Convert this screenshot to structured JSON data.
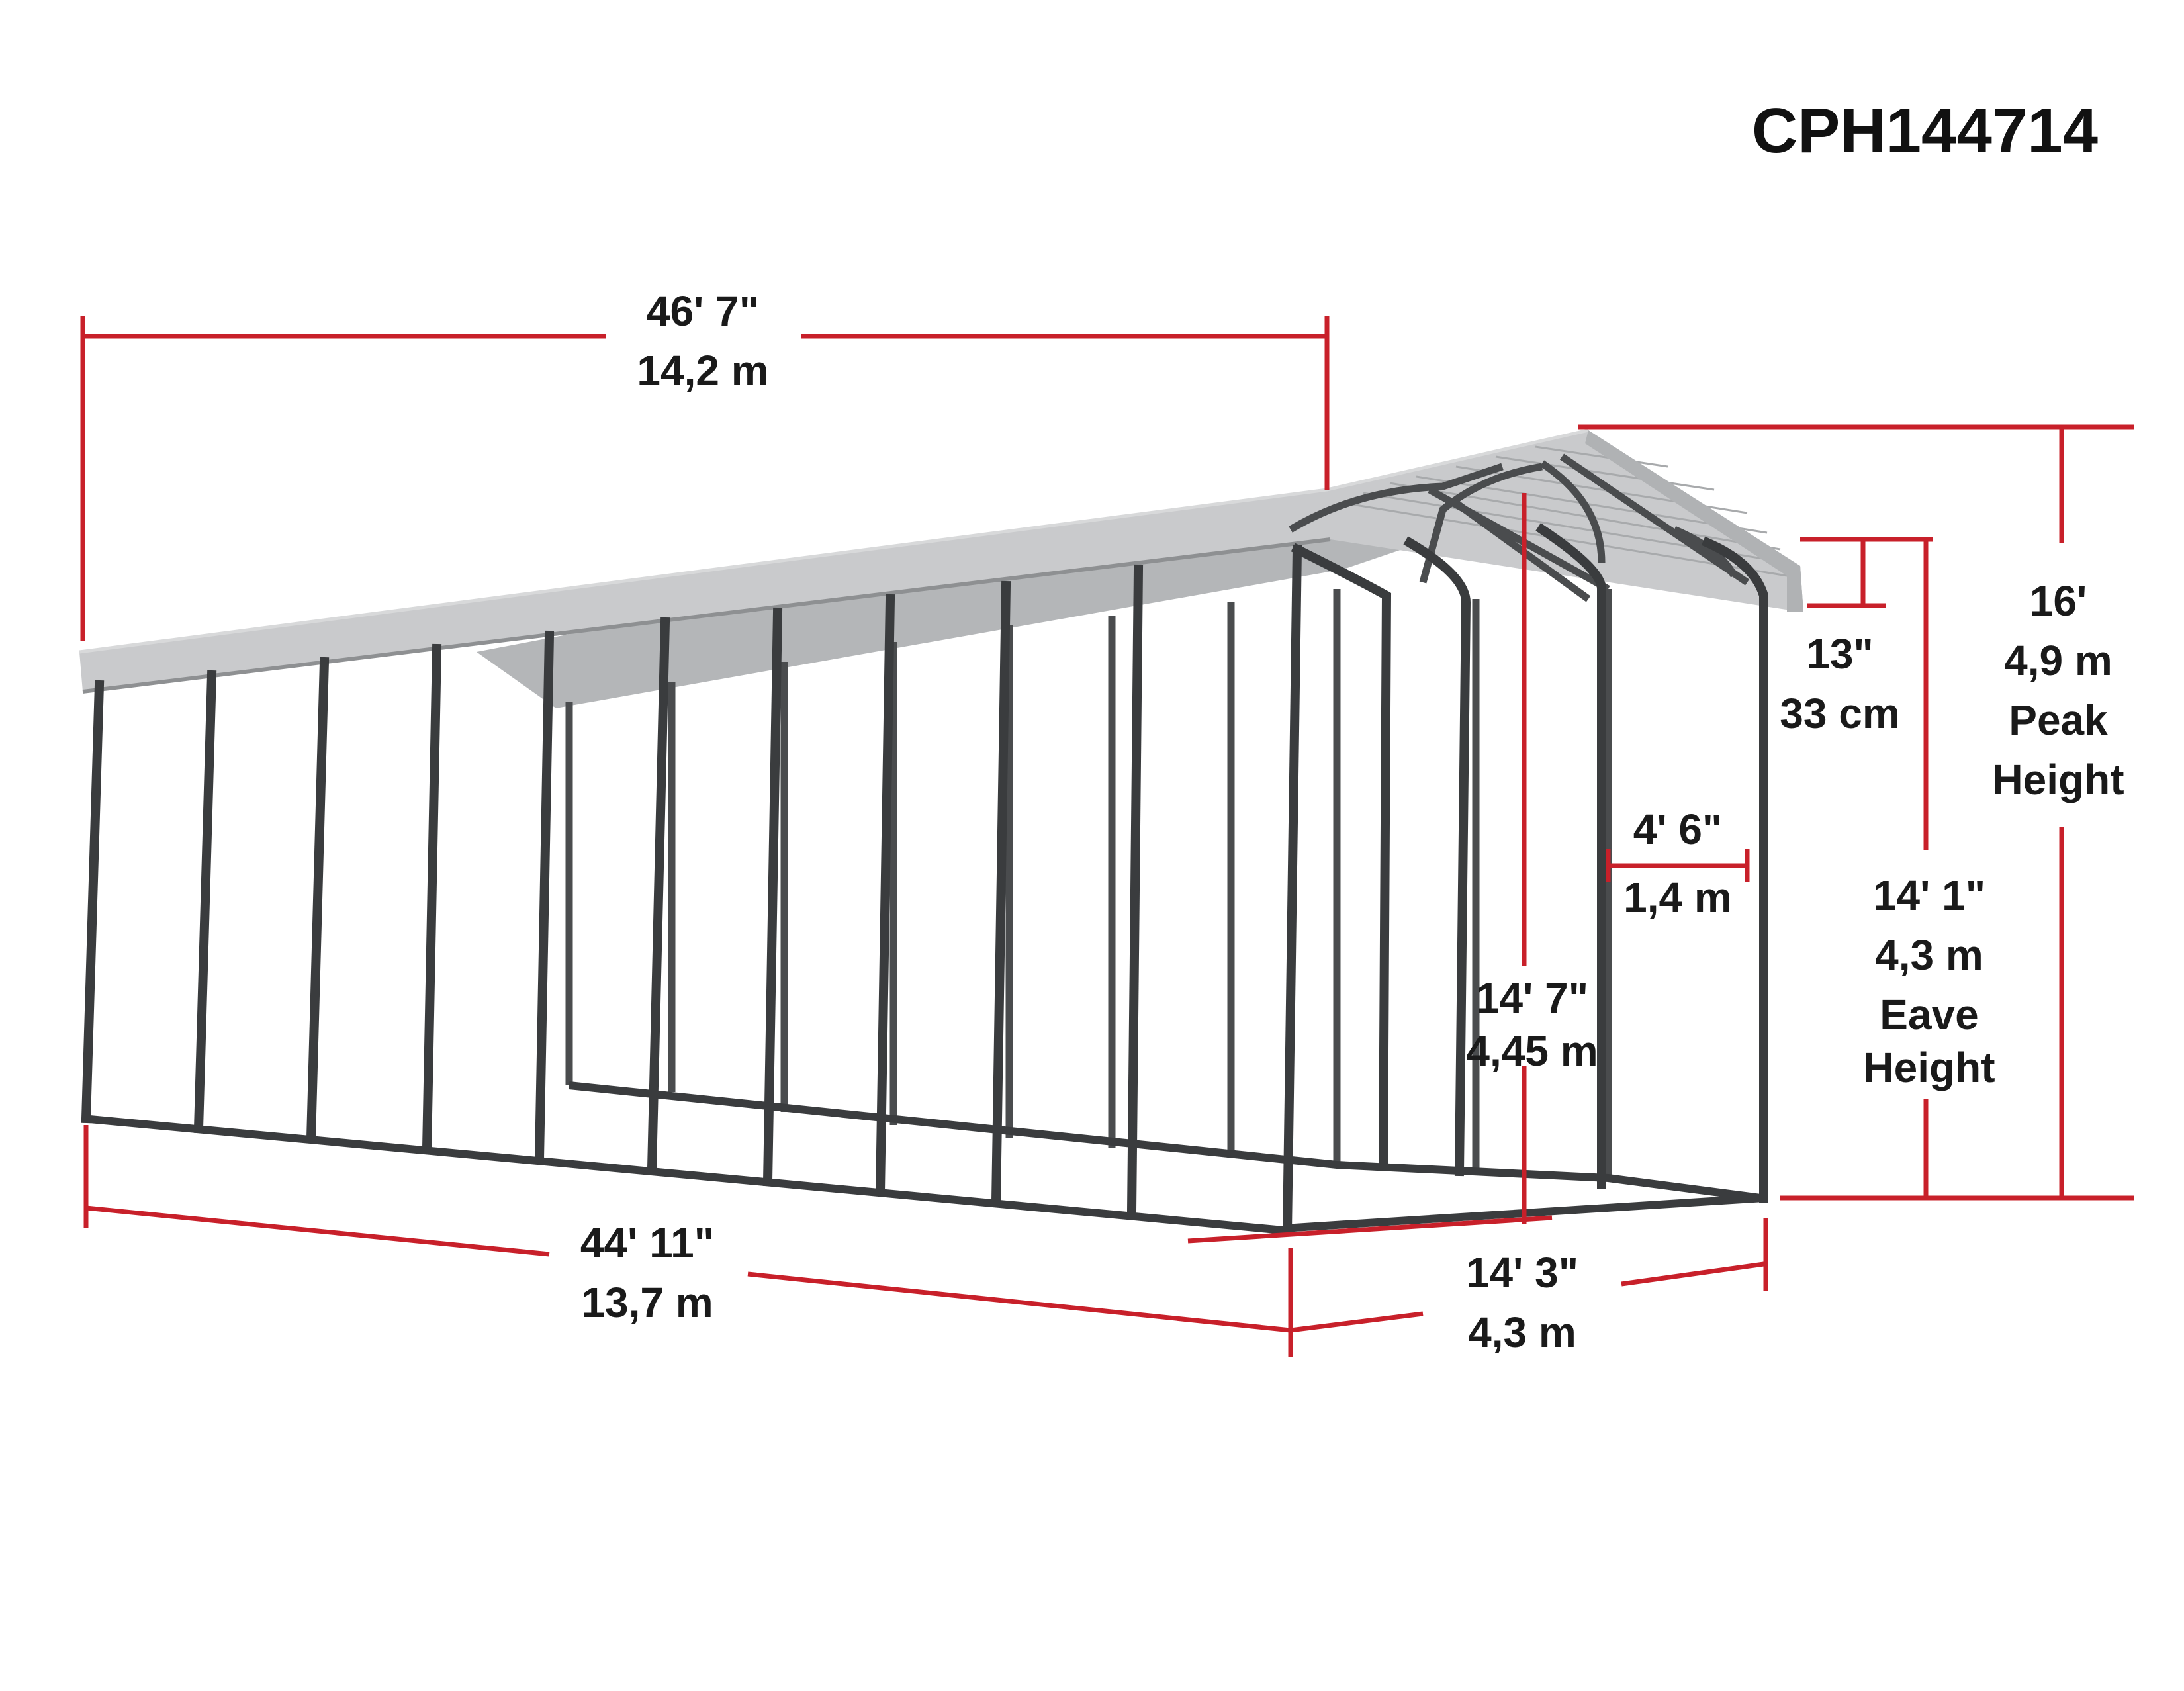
{
  "model": "CPH144714",
  "colors": {
    "dimension": "#c8202a",
    "frame": "#3a3c3e",
    "roof": "#c9cacc",
    "roof_shadow": "#9a9c9e"
  },
  "dimensions": {
    "roof_length": {
      "imperial": "46' 7\"",
      "metric": "14,2 m"
    },
    "base_length": {
      "imperial": "44' 11\"",
      "metric": "13,7 m"
    },
    "base_width": {
      "imperial": "14' 3\"",
      "metric": "4,3 m"
    },
    "roof_width": {
      "imperial": "14' 7\"",
      "metric": "4,45 m"
    },
    "overhang": {
      "imperial": "13\"",
      "metric": "33 cm"
    },
    "peak_height": {
      "imperial": "16'",
      "metric": "4,9 m",
      "label_1": "Peak",
      "label_2": "Height"
    },
    "eave_height": {
      "imperial": "14' 1\"",
      "metric": "4,3 m",
      "label_1": "Eave",
      "label_2": "Height"
    },
    "clearance_width": {
      "imperial": "4' 6\"",
      "metric": "1,4 m"
    }
  }
}
